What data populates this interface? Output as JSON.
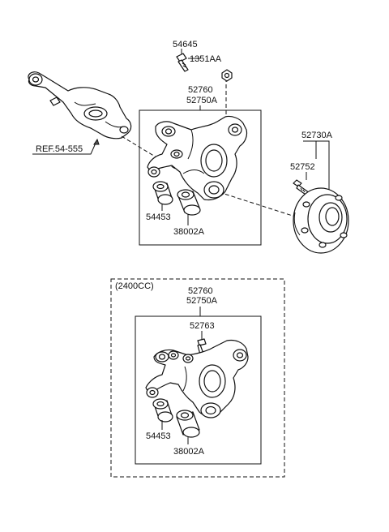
{
  "top": {
    "labels": {
      "p54645": "54645",
      "p1351AA": "1351AA",
      "p52760": "52760",
      "p52750A": "52750A",
      "p52730A": "52730A",
      "p52752": "52752",
      "p54453": "54453",
      "p38002A": "38002A",
      "ref": "REF.54-555"
    }
  },
  "variant": {
    "caption": "(2400CC)",
    "labels": {
      "p52760": "52760",
      "p52750A": "52750A",
      "p52763": "52763",
      "p54453": "54453",
      "p38002A": "38002A"
    }
  }
}
